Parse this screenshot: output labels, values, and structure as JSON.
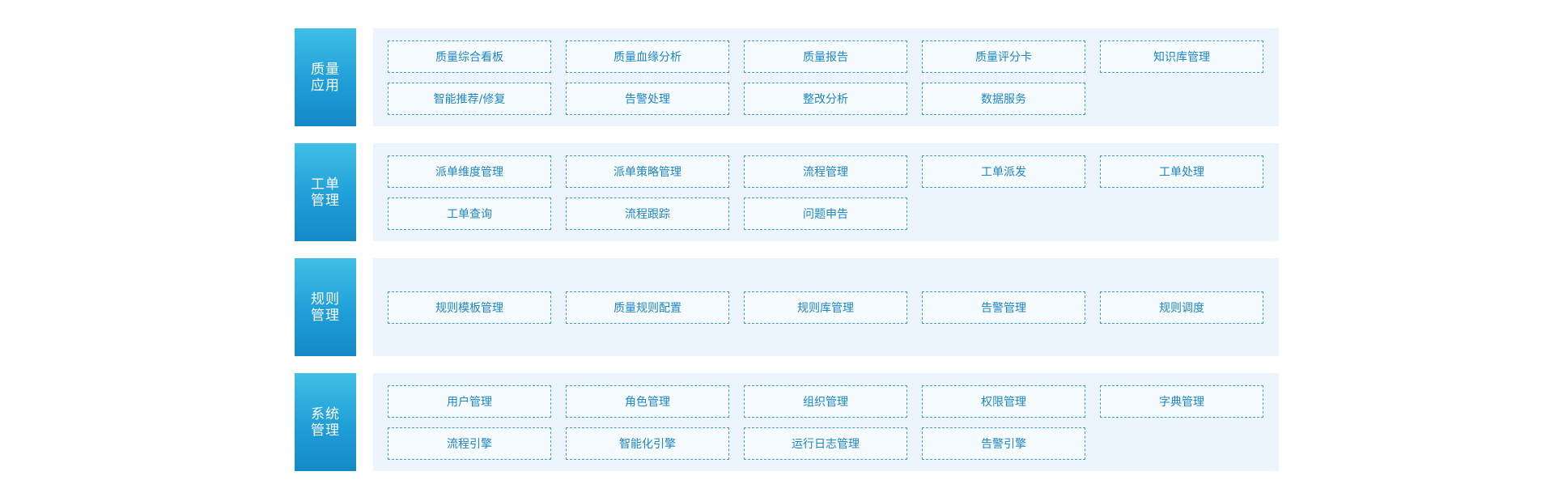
{
  "rows": [
    {
      "label": "质量应用",
      "items": [
        "质量综合看板",
        "质量血缘分析",
        "质量报告",
        "质量评分卡",
        "知识库管理",
        "智能推荐/修复",
        "告警处理",
        "整改分析",
        "数据服务"
      ]
    },
    {
      "label": "工单管理",
      "items": [
        "派单维度管理",
        "派单策略管理",
        "流程管理",
        "工单派发",
        "工单处理",
        "工单查询",
        "流程跟踪",
        "问题申告"
      ]
    },
    {
      "label": "规则管理",
      "items": [
        "规则模板管理",
        "质量规则配置",
        "规则库管理",
        "告警管理",
        "规则调度"
      ]
    },
    {
      "label": "系统管理",
      "items": [
        "用户管理",
        "角色管理",
        "组织管理",
        "权限管理",
        "字典管理",
        "流程引擎",
        "智能化引擎",
        "运行日志管理",
        "告警引擎"
      ]
    }
  ]
}
